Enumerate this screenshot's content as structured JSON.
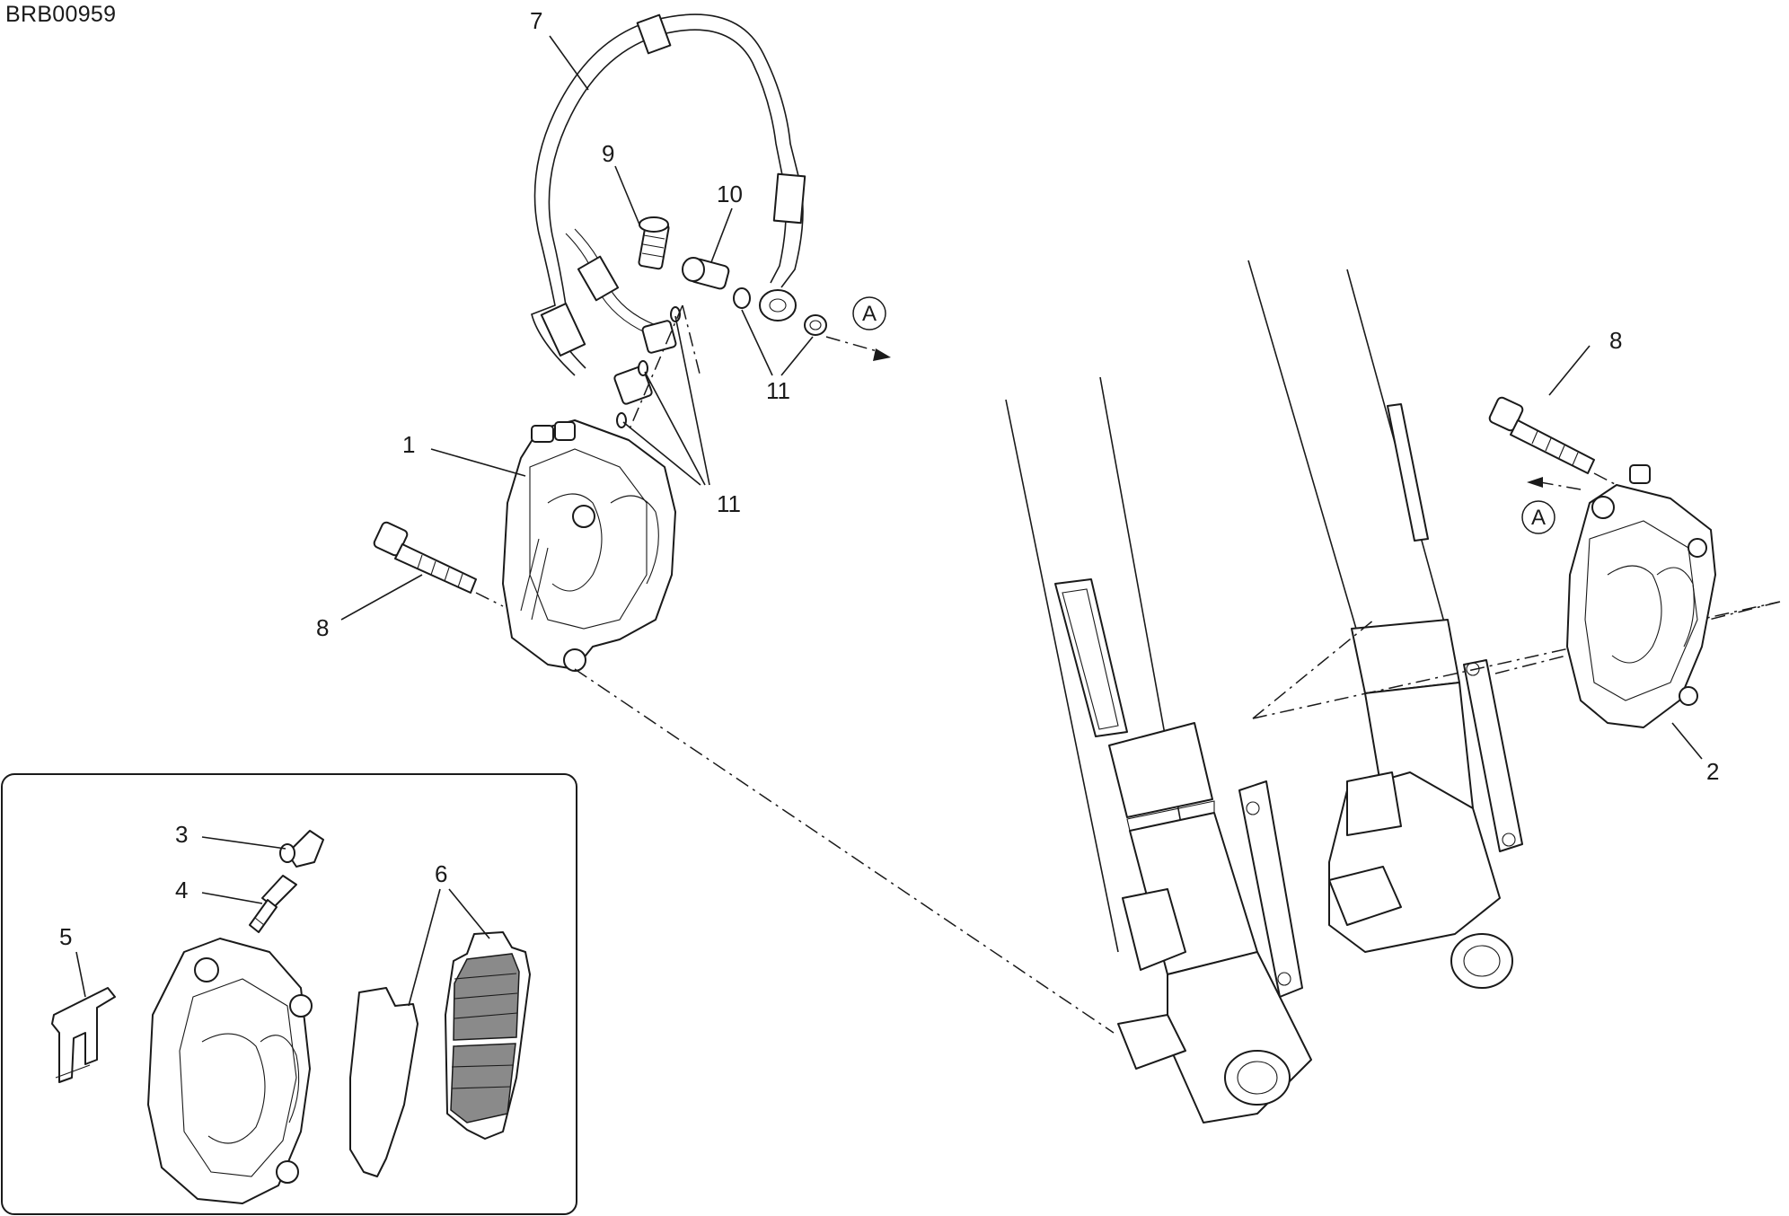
{
  "diagram": {
    "code": "BRB00959",
    "view_ref": "A",
    "callouts": {
      "c1": "1",
      "c2": "2",
      "c3": "3",
      "c4": "4",
      "c5": "5",
      "c6": "6",
      "c7": "7",
      "c8a": "8",
      "c8b": "8",
      "c9": "9",
      "c10": "10",
      "c11a": "11",
      "c11b": "11"
    }
  }
}
